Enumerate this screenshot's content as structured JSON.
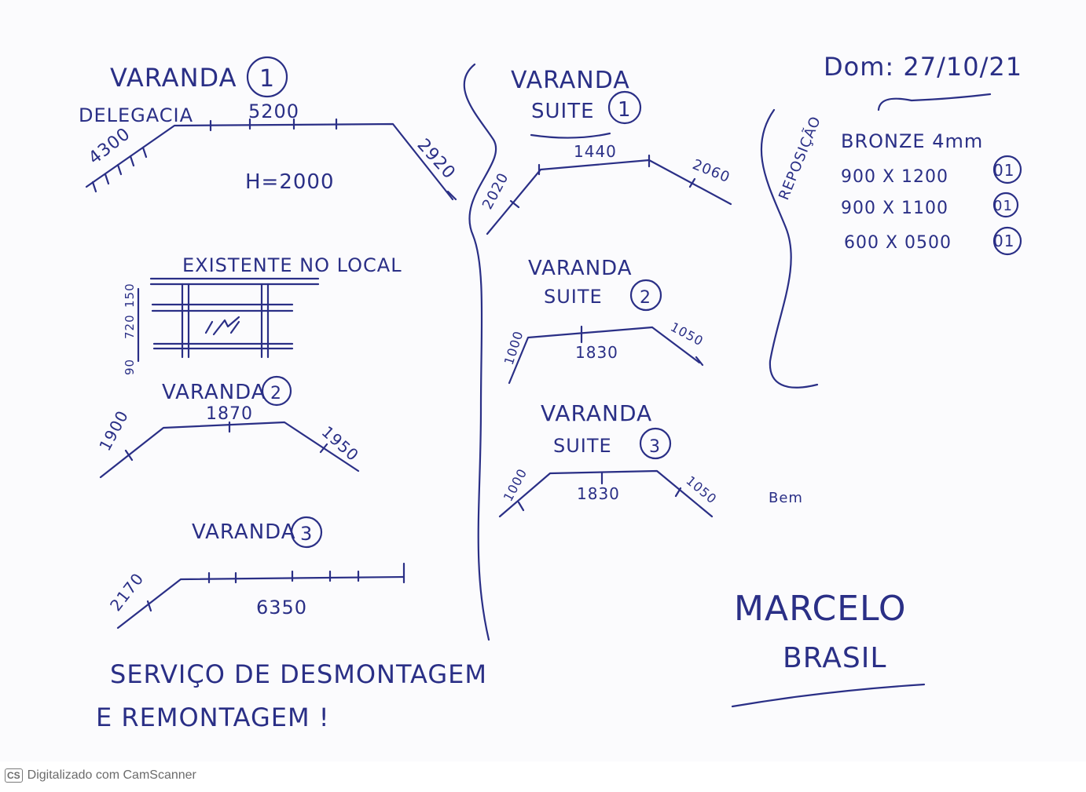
{
  "header": {
    "date": "Dom: 27/10/21"
  },
  "left": {
    "varanda1": {
      "title": "VARANDA",
      "number": "1",
      "subtitle": "DELEGACIA",
      "dim_left": "4300",
      "dim_top": "5200",
      "dim_right": "2920",
      "height": "H=2000"
    },
    "existing": {
      "title": "EXISTENTE NO LOCAL",
      "dims": [
        "150",
        "720",
        "90"
      ]
    },
    "varanda2": {
      "title": "VARANDA",
      "number": "2",
      "dim_left": "1900",
      "dim_top": "1870",
      "dim_right": "1950"
    },
    "varanda3": {
      "title": "VARANDA",
      "number": "3",
      "dim_left": "2170",
      "dim_top": "6350"
    },
    "note_line1": "SERVIÇO DE DESMONTAGEM",
    "note_line2": "E REMONTAGEM !"
  },
  "right": {
    "suite1": {
      "title": "VARANDA",
      "subtitle": "SUITE",
      "number": "1",
      "dim_left": "2020",
      "dim_top": "1440",
      "dim_right": "2060"
    },
    "suite2": {
      "title": "VARANDA",
      "subtitle": "SUITE",
      "number": "2",
      "dim_left": "1000",
      "dim_top": "1830",
      "dim_right": "1050"
    },
    "suite3": {
      "title": "VARANDA",
      "subtitle": "SUITE",
      "number": "3",
      "dim_left": "1000",
      "dim_top": "1830",
      "dim_right": "1050"
    },
    "reposicao": {
      "label": "REPOSIÇÃO",
      "material": "BRONZE 4mm",
      "items": [
        {
          "size": "900 X 1200",
          "qty": "01"
        },
        {
          "size": "900 X 1100",
          "qty": "01"
        },
        {
          "size": "600 X 0500",
          "qty": "01"
        }
      ]
    },
    "side_note": "Bem",
    "signature_line1": "MARCELO",
    "signature_line2": "BRASIL"
  },
  "footer": {
    "badge": "CS",
    "label": "Digitalizado com CamScanner"
  },
  "colors": {
    "ink": "#2a2f86",
    "paper": "#fbfbfd",
    "footer_text": "#6b6b6b"
  }
}
